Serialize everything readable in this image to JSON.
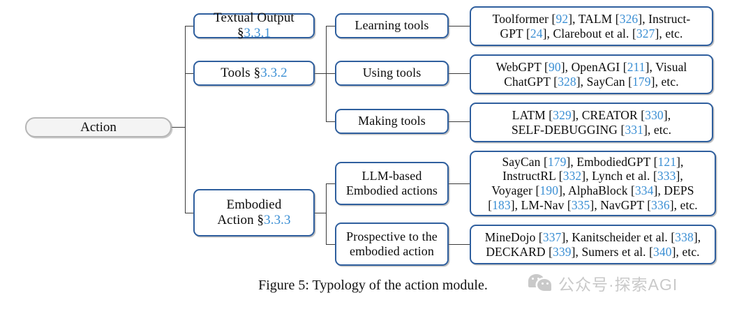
{
  "figure": {
    "caption": "Figure 5: Typology of the action module.",
    "root": {
      "label": "Action"
    },
    "colors": {
      "node_border": "#2f5f9e",
      "root_border": "#b6b6b6",
      "root_fill": "#f4f4f4",
      "accent_blue": "#3b8fd4",
      "connector": "#3a3a3a",
      "watermark": "#c9c9c9"
    },
    "level2": [
      {
        "name": "textual-output",
        "text": "Textual Output §",
        "section": "3.3.1"
      },
      {
        "name": "tools",
        "text": "Tools §",
        "section": "3.3.2"
      },
      {
        "name": "embodied-action",
        "line1": "Embodied",
        "text": "Action §",
        "section": "3.3.3"
      }
    ],
    "level3": [
      {
        "name": "learning-tools",
        "label": "Learning tools"
      },
      {
        "name": "using-tools",
        "label": "Using tools"
      },
      {
        "name": "making-tools",
        "label": "Making tools"
      },
      {
        "name": "llm-based-embodied-actions",
        "line1": "LLM-based",
        "line2": "Embodied actions"
      },
      {
        "name": "prospective-to-the-embodied-action",
        "line1": "Prospective to the",
        "line2": "embodied action"
      }
    ],
    "leaves": {
      "learning_tools": {
        "lines": [
          [
            {
              "t": "Toolformer ["
            },
            {
              "r": "92"
            },
            {
              "t": "], TALM ["
            },
            {
              "r": "326"
            },
            {
              "t": "], Instruct-"
            }
          ],
          [
            {
              "t": "GPT ["
            },
            {
              "r": "24"
            },
            {
              "t": "], Clarebout et al. ["
            },
            {
              "r": "327"
            },
            {
              "t": "], etc."
            }
          ]
        ]
      },
      "using_tools": {
        "lines": [
          [
            {
              "t": "WebGPT ["
            },
            {
              "r": "90"
            },
            {
              "t": "], OpenAGI ["
            },
            {
              "r": "211"
            },
            {
              "t": "], Visual"
            }
          ],
          [
            {
              "t": "ChatGPT ["
            },
            {
              "r": "328"
            },
            {
              "t": "], SayCan ["
            },
            {
              "r": "179"
            },
            {
              "t": "], etc."
            }
          ]
        ]
      },
      "making_tools": {
        "lines": [
          [
            {
              "t": "LATM ["
            },
            {
              "r": "329"
            },
            {
              "t": "], CREATOR ["
            },
            {
              "r": "330"
            },
            {
              "t": "],"
            }
          ],
          [
            {
              "t": "SELF-DEBUGGING ["
            },
            {
              "r": "331"
            },
            {
              "t": "], etc."
            }
          ]
        ]
      },
      "llm_based_embodied_actions": {
        "lines": [
          [
            {
              "t": "SayCan ["
            },
            {
              "r": "179"
            },
            {
              "t": "], EmbodiedGPT ["
            },
            {
              "r": "121"
            },
            {
              "t": "],"
            }
          ],
          [
            {
              "t": "InstructRL ["
            },
            {
              "r": "332"
            },
            {
              "t": "], Lynch et al. ["
            },
            {
              "r": "333"
            },
            {
              "t": "],"
            }
          ],
          [
            {
              "t": "Voyager ["
            },
            {
              "r": "190"
            },
            {
              "t": "], AlphaBlock ["
            },
            {
              "r": "334"
            },
            {
              "t": "], DEPS"
            }
          ],
          [
            {
              "t": "["
            },
            {
              "r": "183"
            },
            {
              "t": "], LM-Nav ["
            },
            {
              "r": "335"
            },
            {
              "t": "], NavGPT ["
            },
            {
              "r": "336"
            },
            {
              "t": "], etc."
            }
          ]
        ]
      },
      "prospective_to_the_embodied_action": {
        "lines": [
          [
            {
              "t": "MineDojo ["
            },
            {
              "r": "337"
            },
            {
              "t": "], Kanitscheider et al. ["
            },
            {
              "r": "338"
            },
            {
              "t": "],"
            }
          ],
          [
            {
              "t": "DECKARD ["
            },
            {
              "r": "339"
            },
            {
              "t": "], Sumers et al. ["
            },
            {
              "r": "340"
            },
            {
              "t": "], etc."
            }
          ]
        ]
      }
    },
    "watermark": {
      "text": "公众号·探索AGI",
      "icon": "wechat-icon"
    }
  }
}
